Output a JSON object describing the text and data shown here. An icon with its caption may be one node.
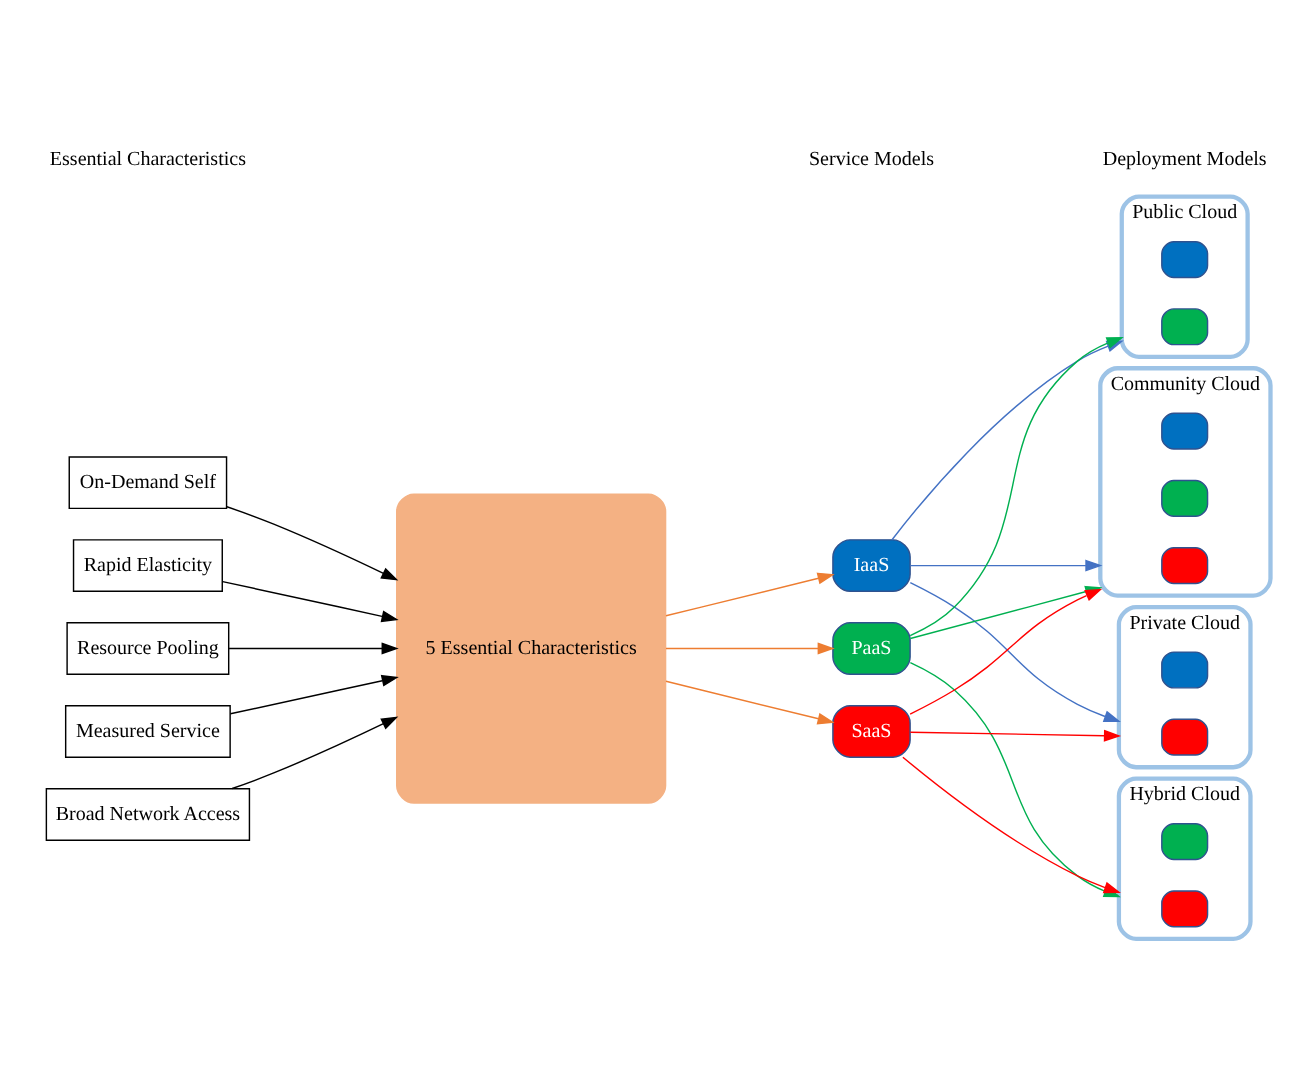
{
  "diagram": {
    "nodes": [
      {
        "text": [
          "On-Demand Self"
        ]
      },
      {
        "text": [
          "Rapid Elasticity"
        ]
      },
      {
        "text": [
          "Resource Pooling"
        ]
      },
      {
        "text": [
          "Measured Service"
        ]
      },
      {
        "text": [
          "Broad Network Access"
        ]
      },
      {
        "text": [
          "5 Essential Characteristics"
        ]
      },
      {
        "text": [
          "IaaS"
        ]
      },
      {
        "text": [
          "PaaS"
        ]
      },
      {
        "text": [
          "SaaS"
        ]
      },
      {
        "text": [
          "Private Cloud"
        ]
      },
      {
        "text": [],
        "shape": "box",
        "in": 9
      },
      {
        "text": [],
        "shape": "box",
        "in": 9
      },
      {
        "text": [
          "Community Cloud"
        ]
      },
      {
        "text": [],
        "shape": "box",
        "in": 12
      },
      {
        "text": [],
        "shape": "box",
        "in": 12
      },
      {
        "text": [],
        "shape": "box",
        "in": 12
      },
      {
        "text": [
          "Public Cloud"
        ]
      },
      {
        "text": [],
        "shape": "box",
        "in": 16
      },
      {
        "text": [],
        "shape": "box",
        "in": 16
      },
      {
        "text": [
          "Hybrid Cloud"
        ]
      },
      {
        "text": [],
        "shape": "box",
        "in": 19
      },
      {
        "text": [],
        "shape": "box",
        "in": 19
      }
    ],
    "edges": [
      {
        "from": 0,
        "to": 5,
        "arrow": "to"
      },
      {
        "from": 1,
        "to": 5,
        "arrow": "to"
      },
      {
        "from": 2,
        "to": 5,
        "arrow": "to"
      },
      {
        "from": 3,
        "to": 5,
        "arrow": "to"
      },
      {
        "from": 4,
        "to": 5,
        "arrow": "to"
      },
      {
        "from": 5,
        "to": 6,
        "arrow": "to",
        "color": "#ed7d31"
      },
      {
        "from": 5,
        "to": 7,
        "arrow": "to",
        "color": "#ed7d31"
      },
      {
        "from": 5,
        "to": 8,
        "arrow": "to",
        "color": "#ed7d31"
      },
      {
        "from": 6,
        "to": 9,
        "arrow": "to",
        "color": "#4472c4"
      },
      {
        "from": 6,
        "to": 12,
        "arrow": "to",
        "color": "#4472c4"
      },
      {
        "from": 6,
        "to": 16,
        "arrow": "to",
        "color": "#4472c4"
      },
      {
        "from": 7,
        "to": 12,
        "arrow": "to",
        "color": "#00b050"
      },
      {
        "from": 7,
        "to": 16,
        "arrow": "to",
        "color": "#00b050"
      },
      {
        "from": 7,
        "to": 19,
        "arrow": "to",
        "color": "#00b050"
      },
      {
        "from": 8,
        "to": 9,
        "arrow": "to",
        "color": "#ff0000"
      },
      {
        "from": 8,
        "to": 12,
        "arrow": "to",
        "color": "#ff0000"
      },
      {
        "from": 8,
        "to": 19,
        "arrow": "to",
        "color": "#ff0000"
      }
    ],
    "labels": [
      "Essential Characteristics",
      "Service Models",
      "Deployment Models"
    ]
  }
}
